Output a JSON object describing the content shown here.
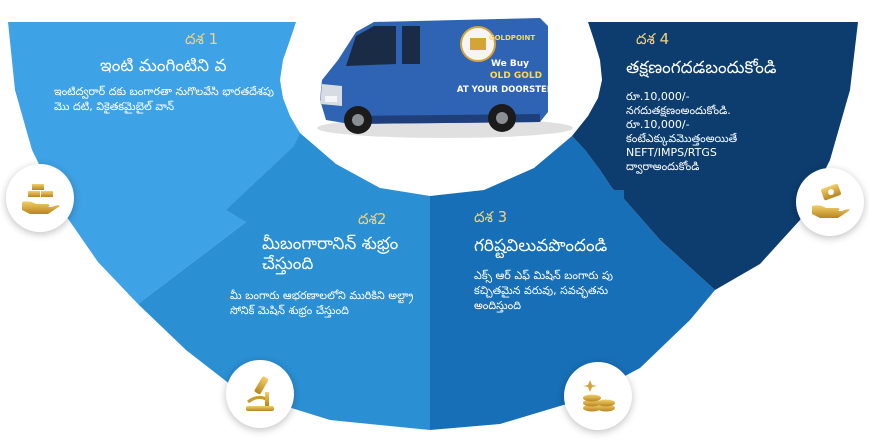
{
  "van": {
    "brand": "GOLDPOINT",
    "line1": "We Buy",
    "line2": "OLD GOLD",
    "line3": "AT YOUR DOORSTEP"
  },
  "steps": [
    {
      "step": "దశ 1",
      "title": "ఇంటి మంగింటిని  వ",
      "desc": "ఇంటిద్వరార్ దకు బంగారతా నుగొలవేసి భారతదేశపు మొ దటి, వికైతకమైబైల్ వాన్"
    },
    {
      "step": "దశ2",
      "title": "మీబంగారానిన్ శుభ్రం చేస్తుంది",
      "desc": "మీ బంగారు ఆభరణాలలోని మురికిని అల్ట్రా సోనిక్ మెషిన్ శుభ్రం చేస్తుంది"
    },
    {
      "step": "దశ 3",
      "title": "గరిష్టవిలువపొందండి",
      "desc": "ఎక్స్ ఆర్ ఎఫ్ మిషిన్ బంగారు పు కచ్చితమైన వరువు, సవచ్ఛతను అందిస్తుంది"
    },
    {
      "step": "దశ 4",
      "title": "తక్షణంగదడబందుకోండి",
      "desc_lines": [
        "రూ.10,000/-",
        "నగదుతక్షణంఅందుకోండి.",
        "రూ.10,000/-",
        "కంటేఎక్కువమొత్తంఅయితే",
        "NEFT/IMPS/RTGS",
        "ద్వారాఅందుకోండి"
      ]
    }
  ],
  "icons": [
    "hand-gold-bars-icon",
    "microscope-icon",
    "gold-coins-icon",
    "hand-cash-icon"
  ],
  "colors": {
    "seg1": "#3ea2e6",
    "seg2": "#2a8fd3",
    "seg3": "#176fb7",
    "seg4": "#0c3d6e",
    "gold": "#d4a437",
    "step_text": "#f3d37a"
  }
}
